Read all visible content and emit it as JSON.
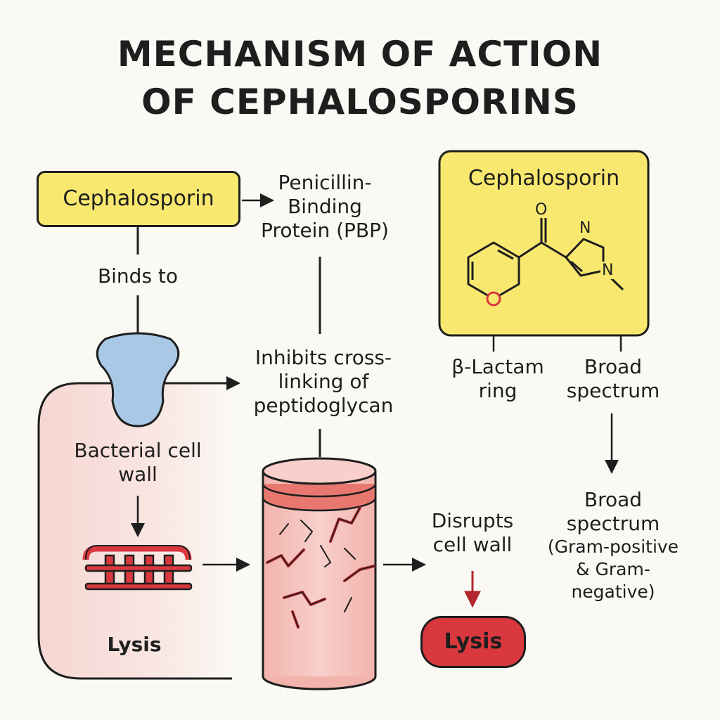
{
  "title": {
    "line1": "MECHANISM OF ACTION",
    "line2": "OF CEPHALOSPORINS"
  },
  "left_box": {
    "label": "Cephalosporin"
  },
  "pbp": {
    "line1": "Penicillin-",
    "line2": "Binding",
    "line3": "Protein (PBP)"
  },
  "binds_to": "Binds to",
  "inhibits": {
    "line1": "Inhibits cross-",
    "line2": "linking of",
    "line3": "peptidoglycan"
  },
  "cell_wall": {
    "line1": "Bacterial cell",
    "line2": "wall"
  },
  "lysis_left": "Lysis",
  "disrupts": {
    "line1": "Disrupts",
    "line2": "cell wall"
  },
  "lysis_pill": "Lysis",
  "structure_box": {
    "label": "Cephalosporin",
    "atoms": {
      "o_top": "O",
      "n_top": "N",
      "n_right": "N",
      "o_ring": "O"
    }
  },
  "beta_lactam": {
    "line1": "β-Lactam",
    "line2": "ring"
  },
  "broad1": {
    "line1": "Broad",
    "line2": "spectrum"
  },
  "broad2": {
    "line1": "Broad",
    "line2": "spectrum",
    "line3": "(Gram-positive",
    "line4": "& Gram-negative)"
  },
  "colors": {
    "yellow": "#f8e86f",
    "red": "#d9383f",
    "blue_protein": "#a9c8e6",
    "pink_cell": "#f6d6d2",
    "ink": "#1e1e1e"
  }
}
